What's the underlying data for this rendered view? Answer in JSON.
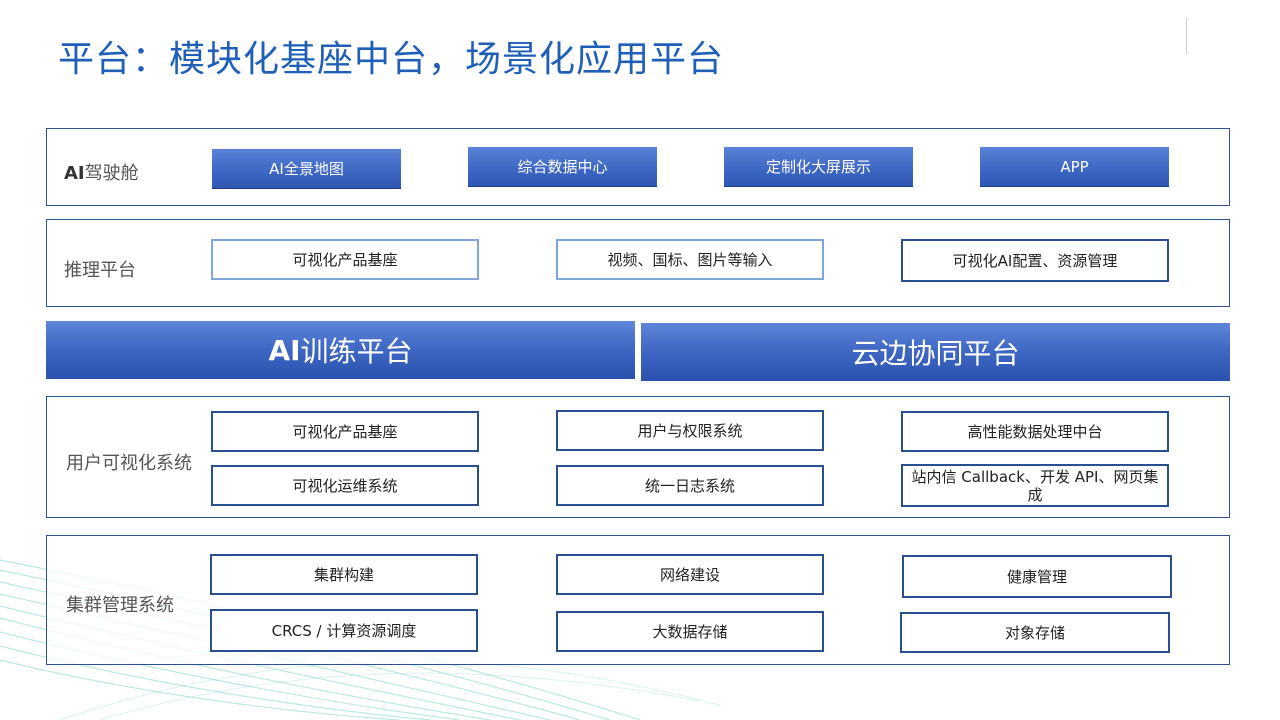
{
  "title": "平台：模块化基座中台，场景化应用平台",
  "rows": {
    "cockpit": {
      "label_bold": "AI",
      "label_rest": "驾驶舱",
      "items": [
        "AI全景地图",
        "综合数据中心",
        "定制化大屏展示",
        "APP"
      ]
    },
    "inference": {
      "label": "推理平台",
      "items": [
        "可视化产品基座",
        "视频、国标、图片等输入",
        "可视化AI配置、资源管理"
      ]
    },
    "banners": {
      "training_bold": "AI",
      "training_rest": "训练平台",
      "edge": "云边协同平台"
    },
    "user_vis": {
      "label": "用户可视化系统",
      "items": [
        "可视化产品基座",
        "用户与权限系统",
        "高性能数据处理中台",
        "可视化运维系统",
        "统一日志系统",
        "站内信 Callback、开发 API、网页集成"
      ]
    },
    "cluster": {
      "label": "集群管理系统",
      "items": [
        "集群构建",
        "网络建设",
        "健康管理",
        "CRCS / 计算资源调度",
        "大数据存储",
        "对象存储"
      ]
    }
  },
  "colors": {
    "title": "#1f5fb8",
    "panel_border": "#2c4f8e",
    "button_fill": "#3f68c4",
    "decor_teal": "#3dc3b0"
  }
}
